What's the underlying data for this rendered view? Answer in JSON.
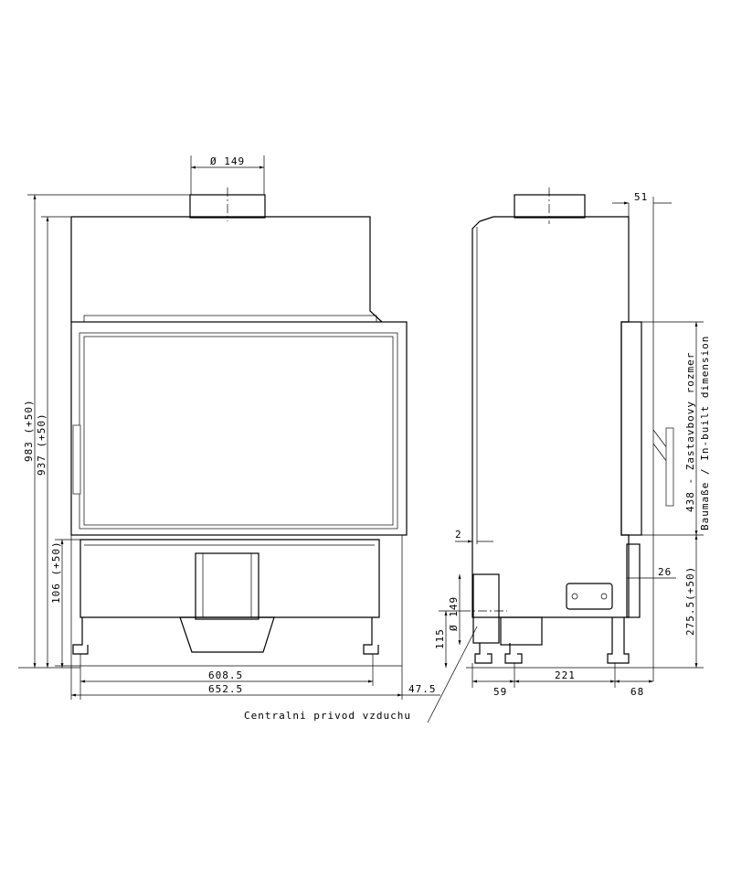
{
  "front_view": {
    "flue_diameter": "Ø 149",
    "height_total": "983 (+50)",
    "height_body": "937 (+50)",
    "height_base": "106 (+50)",
    "width_inner": "608.5",
    "width_outer": "652.5",
    "offset_right": "47.5"
  },
  "side_view": {
    "top_offset": "51",
    "air_inlet_diameter": "Ø 149",
    "air_inlet_height": "115",
    "gap": "2",
    "right_offset": "26",
    "dim_left": "59",
    "dim_middle": "221",
    "dim_right": "68",
    "lower_height": "275.5(+50)",
    "built_in_label_cz": "438 - Zastavbovy rozmer",
    "built_in_label_de_en": "Baumaße / In-built dimension"
  },
  "annotation": {
    "central_air_supply": "Centralni privod vzduchu"
  }
}
